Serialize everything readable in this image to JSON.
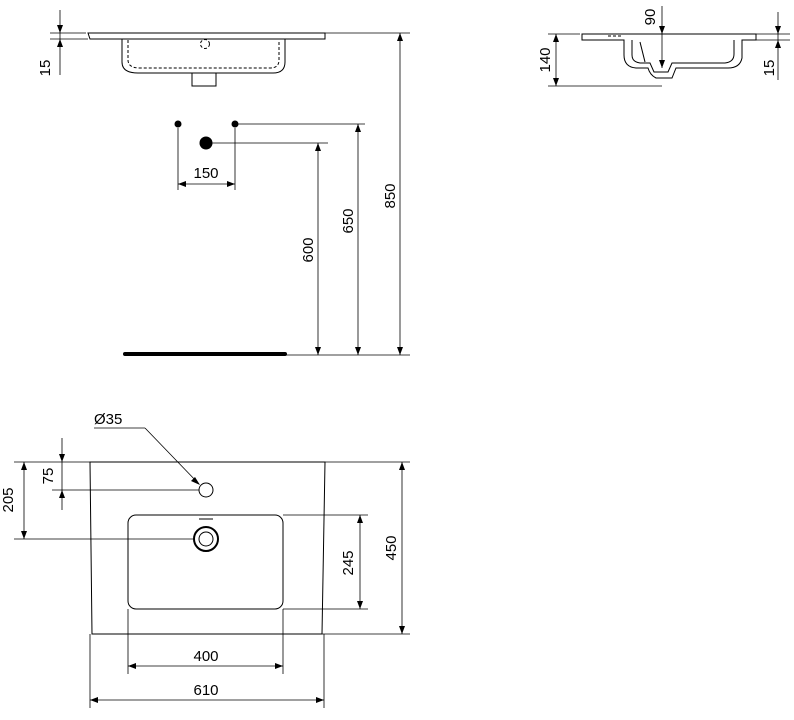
{
  "dimensions": {
    "front_rim": "15",
    "side_depth": "140",
    "side_tap": "90",
    "side_rim": "15",
    "tap_spacing": "150",
    "waste_height": "600",
    "tap_height": "650",
    "rim_height": "850",
    "tap_hole_diameter": "Ø35",
    "tap_hole_offset": "75",
    "waste_offset": "205",
    "bowl_depth": "245",
    "overall_depth": "450",
    "bowl_width": "400",
    "overall_width": "610"
  }
}
